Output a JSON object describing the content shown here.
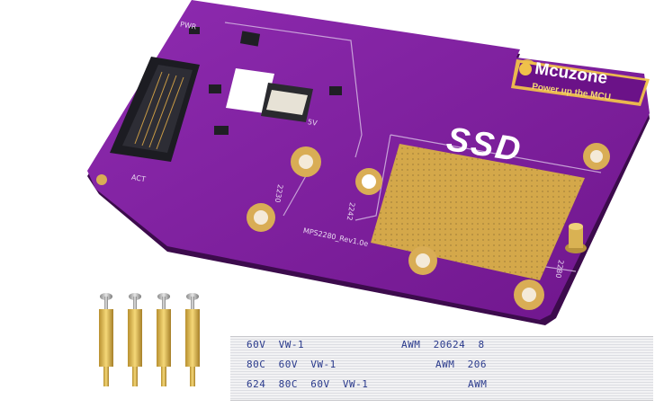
{
  "board": {
    "brand_name": "Mcuzone",
    "brand_tagline": "Power up the MCU",
    "ssd_label": "SSD",
    "pwr_label": "PWR",
    "act_label": "ACT",
    "v5_label": "5V",
    "size_2230": "2230",
    "size_2242": "2242",
    "size_2280": "2280",
    "revision": "MPS2280_Rev1.0e",
    "pcb_color": "#7d1d9c",
    "gold_color": "#d9ad55"
  },
  "ribbon_cable": {
    "lines": [
      {
        "left": "60V  VW-1",
        "right": "AWM  20624  8"
      },
      {
        "left": "80C  60V  VW-1",
        "right": "AWM  206"
      },
      {
        "left": "624  80C  60V  VW-1",
        "right": "AWM"
      }
    ]
  },
  "standoffs": {
    "count": 4
  }
}
